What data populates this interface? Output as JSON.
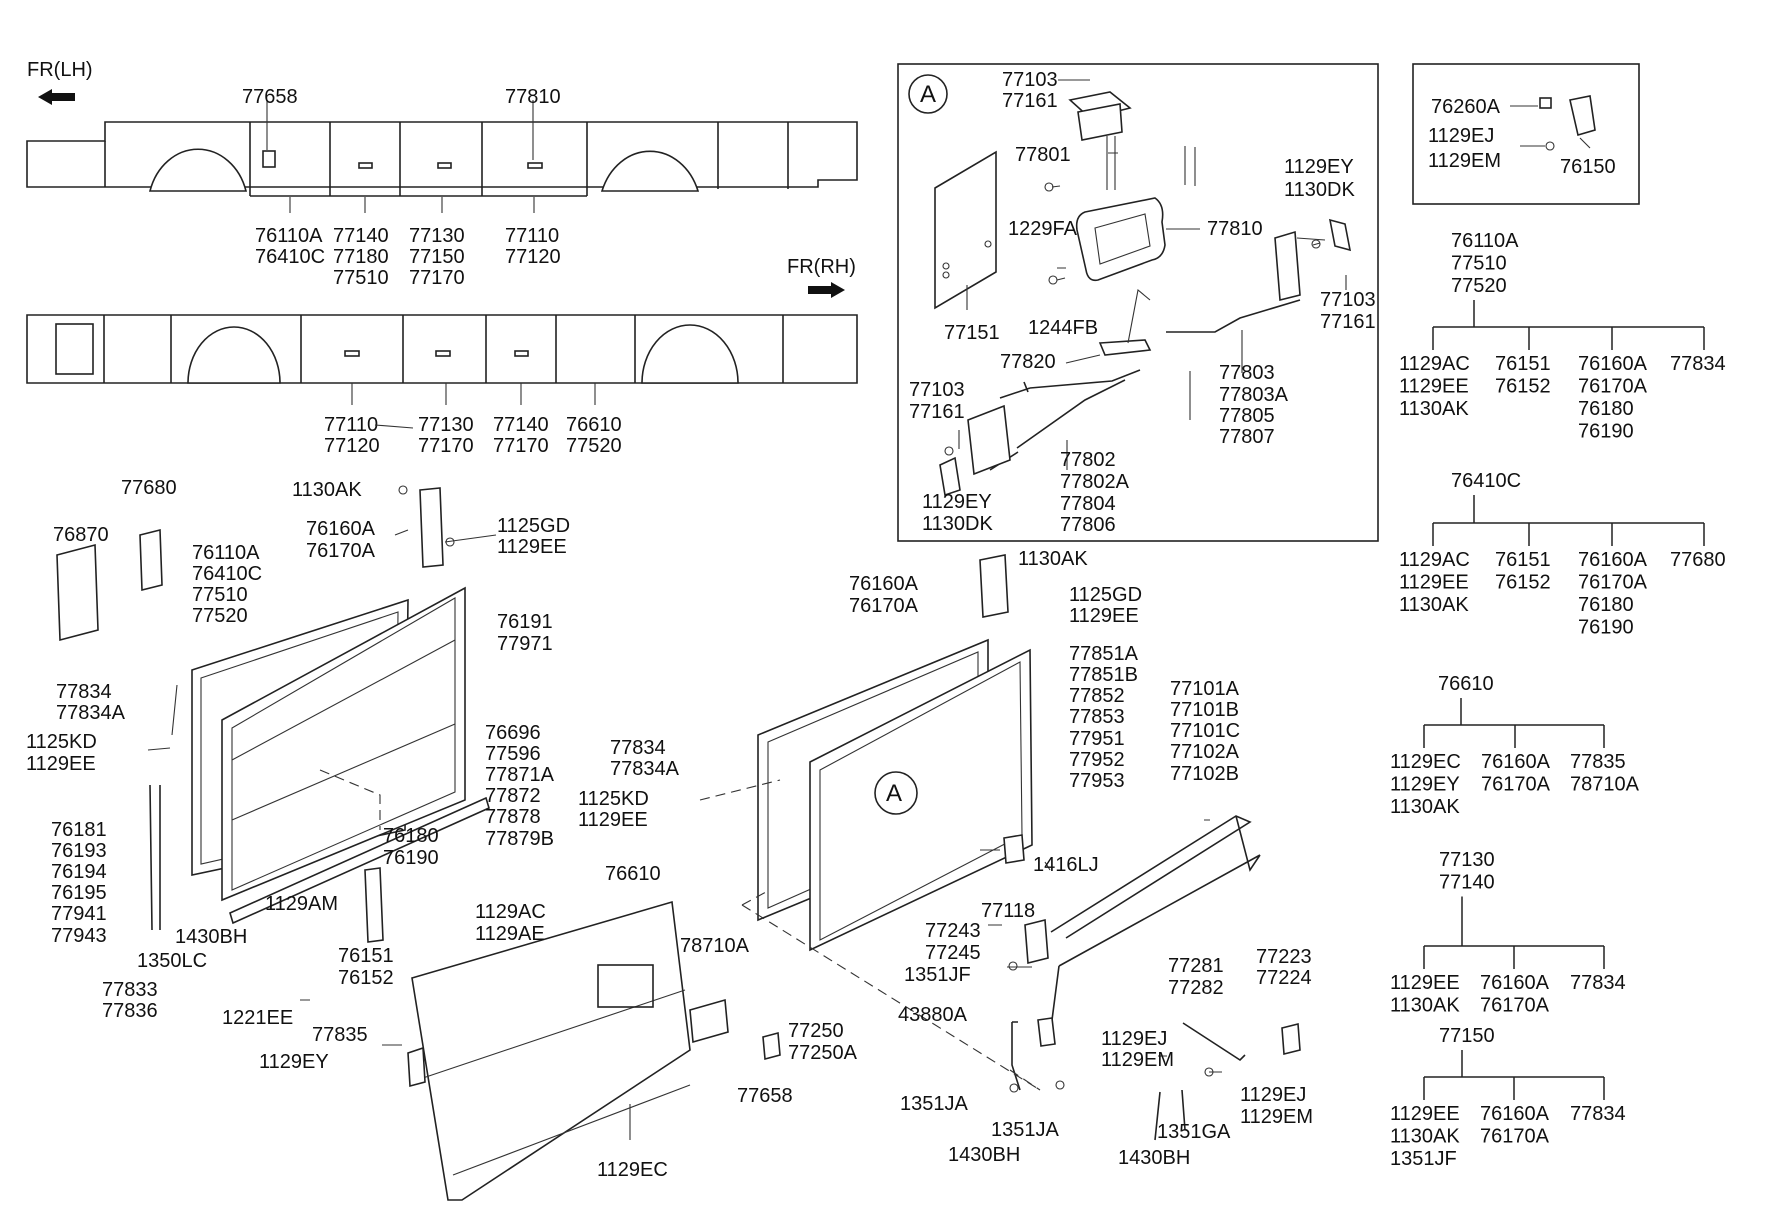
{
  "strip_lh": {
    "direction": "FR(LH)",
    "labels_above": [
      "77658",
      "77810"
    ],
    "labels_below": [
      [
        "76110A",
        "76410C"
      ],
      [
        "77140",
        "77180",
        "77510"
      ],
      [
        "77130",
        "77150",
        "77170"
      ],
      [
        "77110",
        "77120"
      ]
    ]
  },
  "strip_rh": {
    "direction": "FR(RH)",
    "labels_below": [
      [
        "77110",
        "77120"
      ],
      [
        "77130",
        "77170"
      ],
      [
        "77140",
        "77170"
      ],
      [
        "76610",
        "77520"
      ]
    ]
  },
  "detail_a": {
    "marker": "A",
    "labels": [
      [
        "77103",
        "77161"
      ],
      [
        "77801"
      ],
      [
        "1229FA"
      ],
      [
        "77810"
      ],
      [
        "1244FB"
      ],
      [
        "77151"
      ],
      [
        "77820"
      ],
      [
        "1129EY",
        "1130DK"
      ],
      [
        "77103",
        "77161"
      ],
      [
        "77803",
        "77803A",
        "77805",
        "77807"
      ],
      [
        "77103",
        "77161"
      ],
      [
        "1129EY",
        "1130DK"
      ],
      [
        "77802",
        "77802A",
        "77804",
        "77806"
      ]
    ]
  },
  "detail_small": {
    "labels": [
      [
        "76260A"
      ],
      [
        "1129EJ",
        "1129EM"
      ],
      [
        "76150"
      ]
    ]
  },
  "main_labels": [
    [
      "1130AK"
    ],
    [
      "77680"
    ],
    [
      "76870"
    ],
    [
      "76160A",
      "76170A"
    ],
    [
      "1125GD",
      "1129EE"
    ],
    [
      "76110A",
      "76410C",
      "77510",
      "77520"
    ],
    [
      "76191",
      "77971"
    ],
    [
      "77834",
      "77834A"
    ],
    [
      "1125KD",
      "1129EE"
    ],
    [
      "76696",
      "77596",
      "77871A",
      "77872",
      "77878",
      "77879B"
    ],
    [
      "76181",
      "76193",
      "76194",
      "76195",
      "77941",
      "77943"
    ],
    [
      "76180",
      "76190"
    ],
    [
      "1129AM"
    ],
    [
      "1430BH"
    ],
    [
      "1129AC",
      "1129AE"
    ],
    [
      "1350LC"
    ],
    [
      "76151",
      "76152"
    ],
    [
      "77833",
      "77836"
    ],
    [
      "1221EE"
    ],
    [
      "76610"
    ],
    [
      "77835"
    ],
    [
      "1129EY"
    ],
    [
      "1129EC"
    ],
    [
      "78710A"
    ],
    [
      "77658"
    ],
    [
      "1130AK"
    ],
    [
      "76160A",
      "76170A"
    ],
    [
      "1125GD",
      "1129EE"
    ],
    [
      "77851A",
      "77851B",
      "77852",
      "77853",
      "77951",
      "77952",
      "77953"
    ],
    [
      "77834",
      "77834A"
    ],
    [
      "1125KD",
      "1129EE"
    ],
    [
      "A"
    ],
    [
      "77101A",
      "77101B",
      "77101C",
      "77102A",
      "77102B"
    ],
    [
      "1416LJ"
    ],
    [
      "77118"
    ],
    [
      "77243",
      "77245"
    ],
    [
      "1351JF"
    ],
    [
      "43880A"
    ],
    [
      "77250",
      "77250A"
    ],
    [
      "1351JA"
    ],
    [
      "1351JA"
    ],
    [
      "1430BH"
    ],
    [
      "77281",
      "77282"
    ],
    [
      "77223",
      "77224"
    ],
    [
      "1129EJ",
      "1129EM"
    ],
    [
      "1129EJ",
      "1129EM"
    ],
    [
      "1351GA"
    ],
    [
      "1430BH"
    ]
  ],
  "trees": [
    {
      "parent": [
        "76110A",
        "77510",
        "77520"
      ],
      "children": [
        [
          "1129AC",
          "1129EE",
          "1130AK"
        ],
        [
          "76151",
          "76152"
        ],
        [
          "76160A",
          "76170A",
          "76180",
          "76190"
        ],
        [
          "77834"
        ]
      ]
    },
    {
      "parent": [
        "76410C"
      ],
      "children": [
        [
          "1129AC",
          "1129EE",
          "1130AK"
        ],
        [
          "76151",
          "76152"
        ],
        [
          "76160A",
          "76170A",
          "76180",
          "76190"
        ],
        [
          "77680"
        ]
      ]
    },
    {
      "parent": [
        "76610"
      ],
      "children": [
        [
          "1129EC",
          "1129EY",
          "1130AK"
        ],
        [
          "76160A",
          "76170A"
        ],
        [
          "77835",
          "78710A"
        ]
      ]
    },
    {
      "parent": [
        "77130",
        "77140"
      ],
      "children": [
        [
          "1129EE",
          "1130AK"
        ],
        [
          "76160A",
          "76170A"
        ],
        [
          "77834"
        ]
      ]
    },
    {
      "parent": [
        "77150"
      ],
      "children": [
        [
          "1129EE",
          "1130AK",
          "1351JF"
        ],
        [
          "76160A",
          "76170A"
        ],
        [
          "77834"
        ]
      ]
    }
  ]
}
